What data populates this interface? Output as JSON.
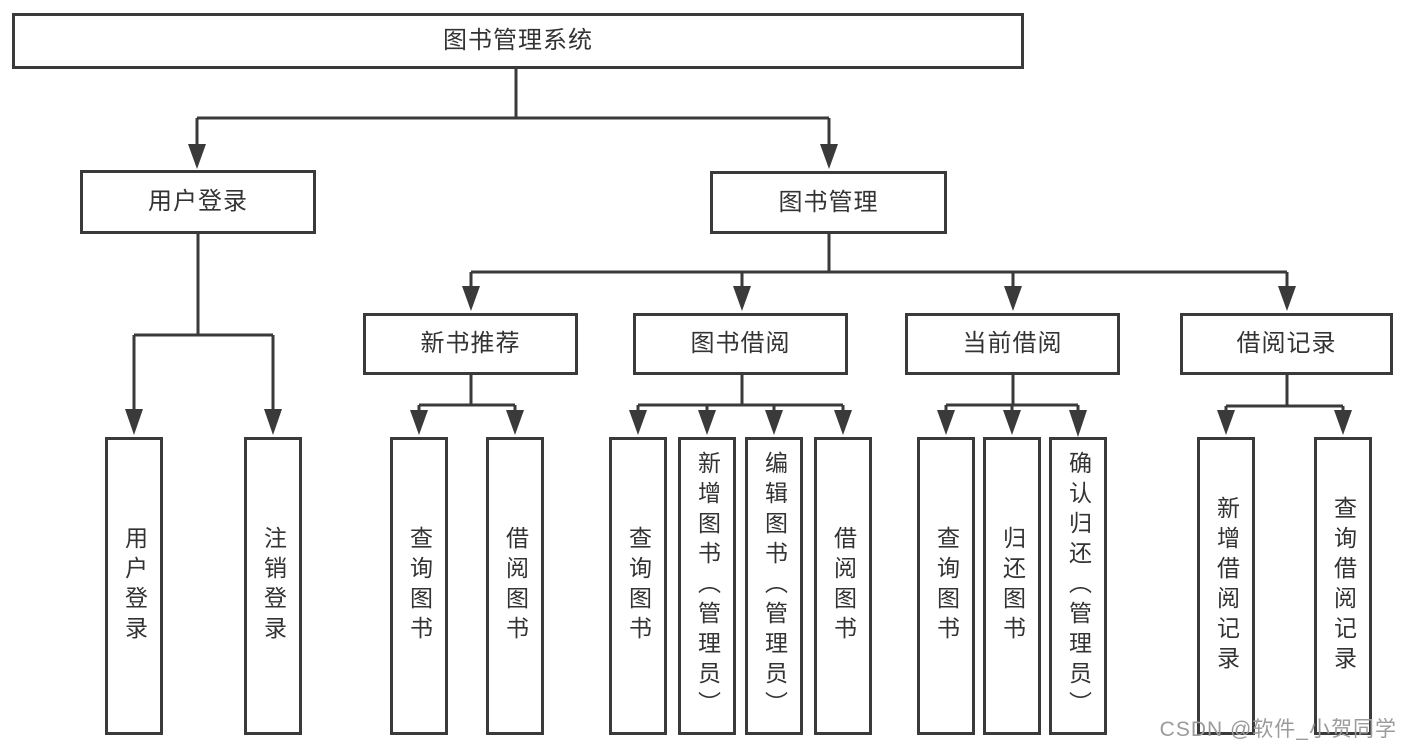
{
  "colors": {
    "line": "#3a3a3a",
    "border": "#3a3a3a",
    "text": "#333333",
    "watermark": "#9b9b9b",
    "background": "#ffffff"
  },
  "tree": {
    "label": "图书管理系统",
    "children": [
      {
        "label": "用户登录",
        "children": [
          {
            "label": "用户登录"
          },
          {
            "label": "注销登录"
          }
        ]
      },
      {
        "label": "图书管理",
        "children": [
          {
            "label": "新书推荐",
            "children": [
              {
                "label": "查询图书"
              },
              {
                "label": "借阅图书"
              }
            ]
          },
          {
            "label": "图书借阅",
            "children": [
              {
                "label": "查询图书"
              },
              {
                "label": "新增图书（管理员）"
              },
              {
                "label": "编辑图书（管理员）"
              },
              {
                "label": "借阅图书"
              }
            ]
          },
          {
            "label": "当前借阅",
            "children": [
              {
                "label": "查询图书"
              },
              {
                "label": "归还图书"
              },
              {
                "label": "确认归还（管理员）"
              }
            ]
          },
          {
            "label": "借阅记录",
            "children": [
              {
                "label": "新增借阅记录"
              },
              {
                "label": "查询借阅记录"
              }
            ]
          }
        ]
      }
    ]
  },
  "watermark": {
    "text": "CSDN @软件_小贺同学"
  }
}
